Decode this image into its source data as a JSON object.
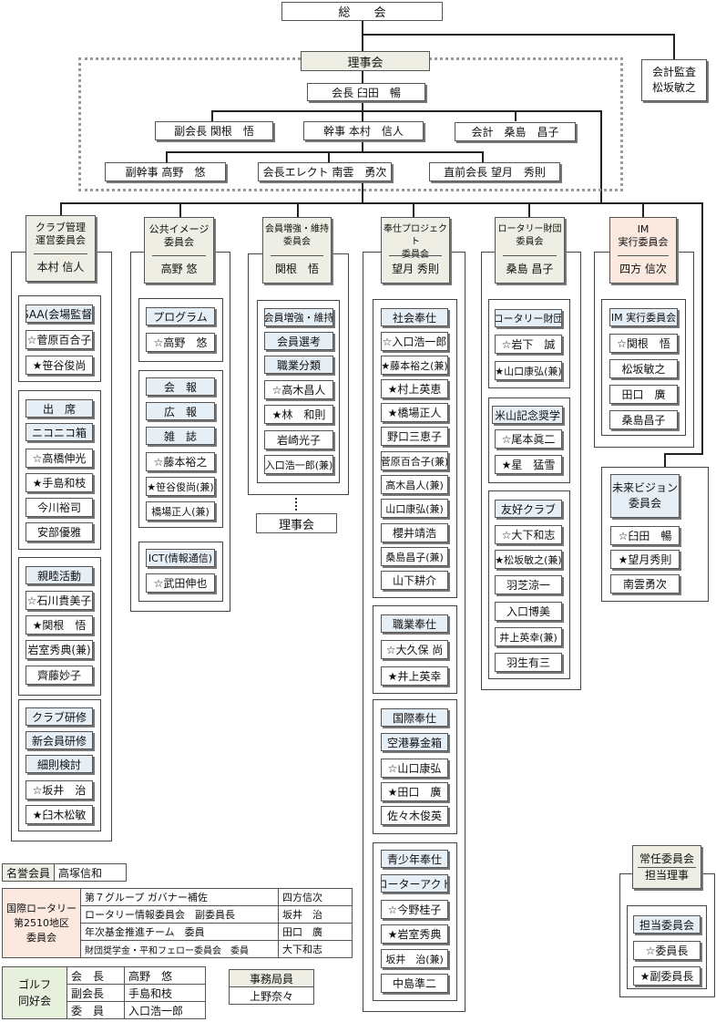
{
  "top": {
    "general_meeting": "総　　会",
    "auditor": [
      "会計監査",
      "松坂敏之"
    ],
    "board": "理事会",
    "president": "会長 臼田　暢",
    "vice_president": "副会長 関根　悟",
    "secretary": "幹事 本村　信人",
    "treasurer": "会計　桑島　昌子",
    "deputy_secretary": "副幹事 高野　悠",
    "president_elect": "会長エレクト 南雲　勇次",
    "past_president": "直前会長 望月　秀則"
  },
  "committees": {
    "club": {
      "title": [
        "クラブ管理",
        "運営委員会"
      ],
      "chair": "本村 信人"
    },
    "pr": {
      "title": [
        "公共イメージ",
        "委員会"
      ],
      "chair": "高野 悠"
    },
    "membership": {
      "title": [
        "会員増強・維持",
        "委員会"
      ],
      "chair": "関根　悟"
    },
    "service": {
      "title": [
        "奉仕プロジェクト",
        "委員会"
      ],
      "chair": "望月 秀則"
    },
    "foundation": {
      "title": [
        "ロータリー財団",
        "委員会"
      ],
      "chair": "桑島 昌子"
    },
    "im": {
      "title": [
        "IM",
        "実行委員会"
      ],
      "chair": "四方 信次"
    },
    "future": {
      "title": [
        "未来ビジョン",
        "委員会"
      ]
    }
  },
  "groups": {
    "c1": {
      "heads": [
        "SAA(会場監督)"
      ],
      "members": [
        "☆菅原百合子",
        "★笹谷俊尚"
      ]
    },
    "c2": {
      "heads": [
        "出　席",
        "ニコニコ箱"
      ],
      "members": [
        "☆高橋伸光",
        "★手島和枝",
        "今川裕司",
        "安部優雅"
      ]
    },
    "c3": {
      "heads": [
        "親睦活動"
      ],
      "members": [
        "☆石川貴美子",
        "★関根　悟",
        "岩室秀典(兼)",
        "齊藤妙子"
      ]
    },
    "c4": {
      "heads": [
        "クラブ研修",
        "新会員研修",
        "細則検討"
      ],
      "members": [
        "☆坂井　治",
        "★臼木松敏"
      ]
    },
    "p1": {
      "heads": [
        "プログラム"
      ],
      "members": [
        "☆高野　悠"
      ]
    },
    "p2": {
      "heads": [
        "会　報",
        "広　報",
        "雑　誌"
      ],
      "members": [
        "☆藤本裕之",
        "★笹谷俊尚(兼)",
        "橋場正人(兼)"
      ]
    },
    "p3": {
      "heads": [
        "ICT(情報通信)"
      ],
      "members": [
        "☆武田伸也"
      ]
    },
    "m1": {
      "heads": [
        "会員増強・維持",
        "会員選考",
        "職業分類"
      ],
      "members": [
        "☆高木昌人",
        "★林　和則",
        "岩崎光子",
        "入口浩一郎(兼)"
      ]
    },
    "s1": {
      "heads": [
        "社会奉仕"
      ],
      "members": [
        "☆入口浩一郎",
        "★藤本裕之(兼)",
        "★村上英恵",
        "★橋場正人",
        "野口三恵子",
        "菅原百合子(兼)",
        "高木昌人(兼)",
        "山口康弘(兼)",
        "櫻井靖浩",
        "桑島昌子(兼)",
        "山下耕介"
      ]
    },
    "s2": {
      "heads": [
        "職業奉仕"
      ],
      "members": [
        "☆大久保 尚",
        "★井上英幸"
      ]
    },
    "s3": {
      "heads": [
        "国際奉仕",
        "空港募金箱"
      ],
      "members": [
        "☆山口康弘",
        "★田口　廣",
        "佐々木俊英"
      ]
    },
    "s4": {
      "heads": [
        "青少年奉仕",
        "ローターアクト"
      ],
      "members": [
        "☆今野桂子",
        "★岩室秀典",
        "坂井　治(兼)",
        "中島準二"
      ]
    },
    "f1": {
      "heads": [
        "ロータリー財団"
      ],
      "members": [
        "☆岩下　誠",
        "★山口康弘(兼)"
      ]
    },
    "f2": {
      "heads": [
        "米山記念奨学"
      ],
      "members": [
        "☆尾本眞二",
        "★星　猛雪"
      ]
    },
    "f3": {
      "heads": [
        "友好クラブ"
      ],
      "members": [
        "☆大下和志",
        "★松坂敏之(兼)",
        "羽芝涼一",
        "入口博美",
        "井上英幸(兼)",
        "羽生有三"
      ]
    },
    "i1": {
      "heads": [
        "IM 実行委員会"
      ],
      "members": [
        "☆関根　悟",
        "松坂敏之",
        "田口　廣",
        "桑島昌子"
      ]
    },
    "v1": {
      "heads": [],
      "members": [
        "☆臼田　暢",
        "★望月秀則",
        "南雲勇次"
      ]
    }
  },
  "board_link": "理事会",
  "standing": {
    "title": "常任委員会",
    "sub": "担当理事",
    "head": "担当委員会",
    "members": [
      "☆委員長",
      "★副委員長"
    ]
  },
  "honorary": {
    "label": "名誉会員",
    "name": "高塚信和"
  },
  "district": {
    "label": [
      "国際ロータリー",
      "第2510地区",
      "委員会"
    ],
    "rows": [
      [
        "第７グループ ガバナー補佐",
        "四方信次"
      ],
      [
        "ロータリー情報委員会　副委員長",
        "坂井　治"
      ],
      [
        "年次基金推進チーム　委員",
        "田口　廣"
      ],
      [
        "財団奨学金・平和フェロー委員会　委員",
        "大下和志"
      ]
    ]
  },
  "golf": {
    "label": [
      "ゴルフ",
      "同好会"
    ],
    "rows": [
      [
        "会　長",
        "高野　悠"
      ],
      [
        "副会長",
        "手島和枝"
      ],
      [
        "委　員",
        "入口浩一郎"
      ]
    ]
  },
  "office": {
    "label": "事務局員",
    "name": "上野奈々"
  }
}
